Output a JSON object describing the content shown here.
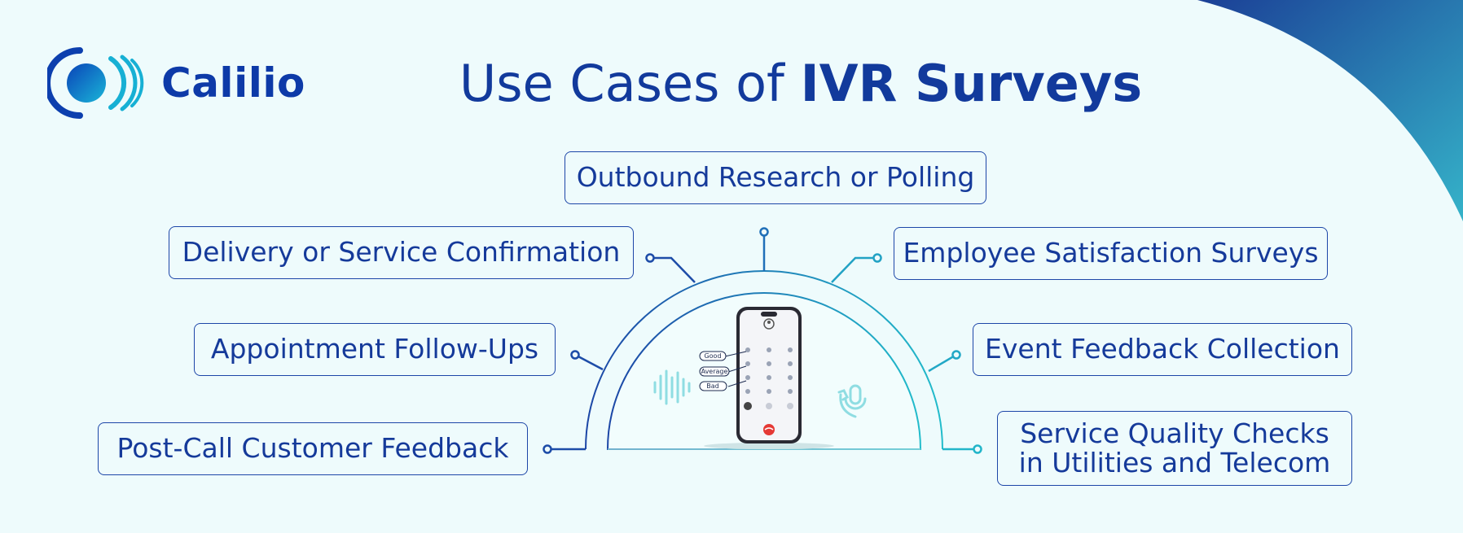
{
  "brand": {
    "name": "Calilio"
  },
  "title": {
    "prefix": "Use Cases of",
    "emphasis": "IVR Surveys"
  },
  "use_cases": [
    {
      "label": "Outbound Research or Polling"
    },
    {
      "label": "Delivery or Service Confirmation"
    },
    {
      "label": "Employee Satisfaction Surveys"
    },
    {
      "label": "Appointment Follow-Ups"
    },
    {
      "label": "Event Feedback Collection"
    },
    {
      "label": "Post-Call Customer Feedback"
    },
    {
      "line1": "Service Quality Checks",
      "line2": "in Utilities and Telecom"
    }
  ],
  "phone": {
    "options": [
      "Good",
      "Average",
      "Bad"
    ]
  },
  "colors": {
    "brand_blue": "#0d3aa8",
    "teal": "#1fb6c9",
    "background": "#eefbfc"
  }
}
